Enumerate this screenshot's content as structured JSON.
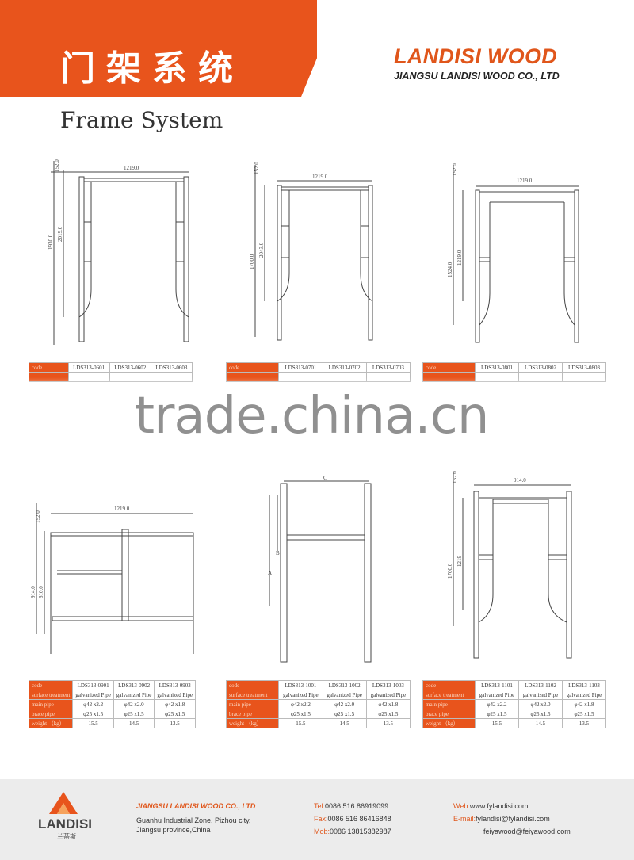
{
  "header": {
    "chinese_title": "门架系统",
    "brand": "LANDISI WOOD",
    "company": "JIANGSU LANDISI WOOD CO., LTD",
    "english_title": "Frame System"
  },
  "colors": {
    "accent": "#e8541c",
    "brand_text": "#e0561b",
    "footer_bg": "#ececec"
  },
  "top_tables": [
    {
      "row_label": "code",
      "codes": [
        "LDS313-0601",
        "LDS313-0602",
        "LDS313-0603"
      ]
    },
    {
      "row_label": "code",
      "codes": [
        "LDS313-0701",
        "LDS313-0702",
        "LDS313-0703"
      ]
    },
    {
      "row_label": "code",
      "codes": [
        "LDS313-0801",
        "LDS313-0802",
        "LDS313-0803"
      ]
    }
  ],
  "bottom_tables": [
    {
      "codes": [
        "LDS313-0901",
        "LDS313-0902",
        "LDS313-0903"
      ],
      "rows": [
        {
          "label": "surface treatment",
          "values": [
            "galvanized Pipe",
            "galvanized Pipe",
            "galvanized Pipe"
          ]
        },
        {
          "label": "main pipe",
          "values": [
            "φ42 x2.2",
            "φ42 x2.0",
            "φ42 x1.8"
          ]
        },
        {
          "label": "brace pipe",
          "values": [
            "φ25 x1.5",
            "φ25 x1.5",
            "φ25 x1.5"
          ]
        },
        {
          "label": "weight （kg）",
          "values": [
            "15.5",
            "14.5",
            "13.5"
          ]
        }
      ]
    },
    {
      "codes": [
        "LDS313-1001",
        "LDS313-1002",
        "LDS313-1003"
      ],
      "rows": [
        {
          "label": "surface treatment",
          "values": [
            "galvanized Pipe",
            "galvanized Pipe",
            "galvanized Pipe"
          ]
        },
        {
          "label": "main pipe",
          "values": [
            "φ42 x2.2",
            "φ42 x2.0",
            "φ42 x1.8"
          ]
        },
        {
          "label": "brace pipe",
          "values": [
            "φ25 x1.5",
            "φ25 x1.5",
            "φ25 x1.5"
          ]
        },
        {
          "label": "weight （kg）",
          "values": [
            "15.5",
            "14.5",
            "13.5"
          ]
        }
      ]
    },
    {
      "codes": [
        "LDS313-1101",
        "LDS313-1102",
        "LDS313-1103"
      ],
      "rows": [
        {
          "label": "surface treatment",
          "values": [
            "galvanized Pipe",
            "galvanized Pipe",
            "galvanized Pipe"
          ]
        },
        {
          "label": "main pipe",
          "values": [
            "φ42 x2.2",
            "φ42 x2.0",
            "φ42 x1.8"
          ]
        },
        {
          "label": "brace pipe",
          "values": [
            "φ25 x1.5",
            "φ25 x1.5",
            "φ25 x1.5"
          ]
        },
        {
          "label": "weight （kg）",
          "values": [
            "15.5",
            "14.5",
            "13.5"
          ]
        }
      ]
    }
  ],
  "drawing_dims": {
    "d0601_top": "152.0",
    "d0601_width": "1219.0",
    "d0601_h1": "1930.0",
    "d0601_h2": "2019.0",
    "d0701_top": "152.0",
    "d0701_width": "1219.0",
    "d0701_h1": "1700.0",
    "d0701_h2": "2043.0",
    "d0801_top": "152.0",
    "d0801_width": "1219.0",
    "d0801_h1": "1524.0",
    "d0801_h2": "1219.0",
    "d0901_top": "152.0",
    "d0901_width": "1219.0",
    "d0901_h1": "914.0",
    "d0901_h2": "610.0",
    "d1001_width": "C",
    "d1001_b": "B",
    "d1001_a": "A",
    "d1101_top": "152.0",
    "d1101_width": "914.0",
    "d1101_h1": "1700.0",
    "d1101_h2": "1219"
  },
  "watermark": "trade.china.cn",
  "footer": {
    "logo_text": "LANDISI",
    "logo_cn": "兰蒂斯",
    "company": "JIANGSU LANDISI WOOD CO., LTD",
    "address_1": "Guanhu Industrial Zone, Pizhou city,",
    "address_2": "Jiangsu province,China",
    "tel_label": "Tel:",
    "tel": "0086 516 86919099",
    "fax_label": "Fax:",
    "fax": "0086 516 86416848",
    "mob_label": "Mob:",
    "mob": "0086 13815382987",
    "web_label": "Web:",
    "web": "www.fylandisi.com",
    "email_label": "E-mail:",
    "email_1": "fylandisi@fylandisi.com",
    "email_2": "feiyawood@feiyawood.com"
  }
}
